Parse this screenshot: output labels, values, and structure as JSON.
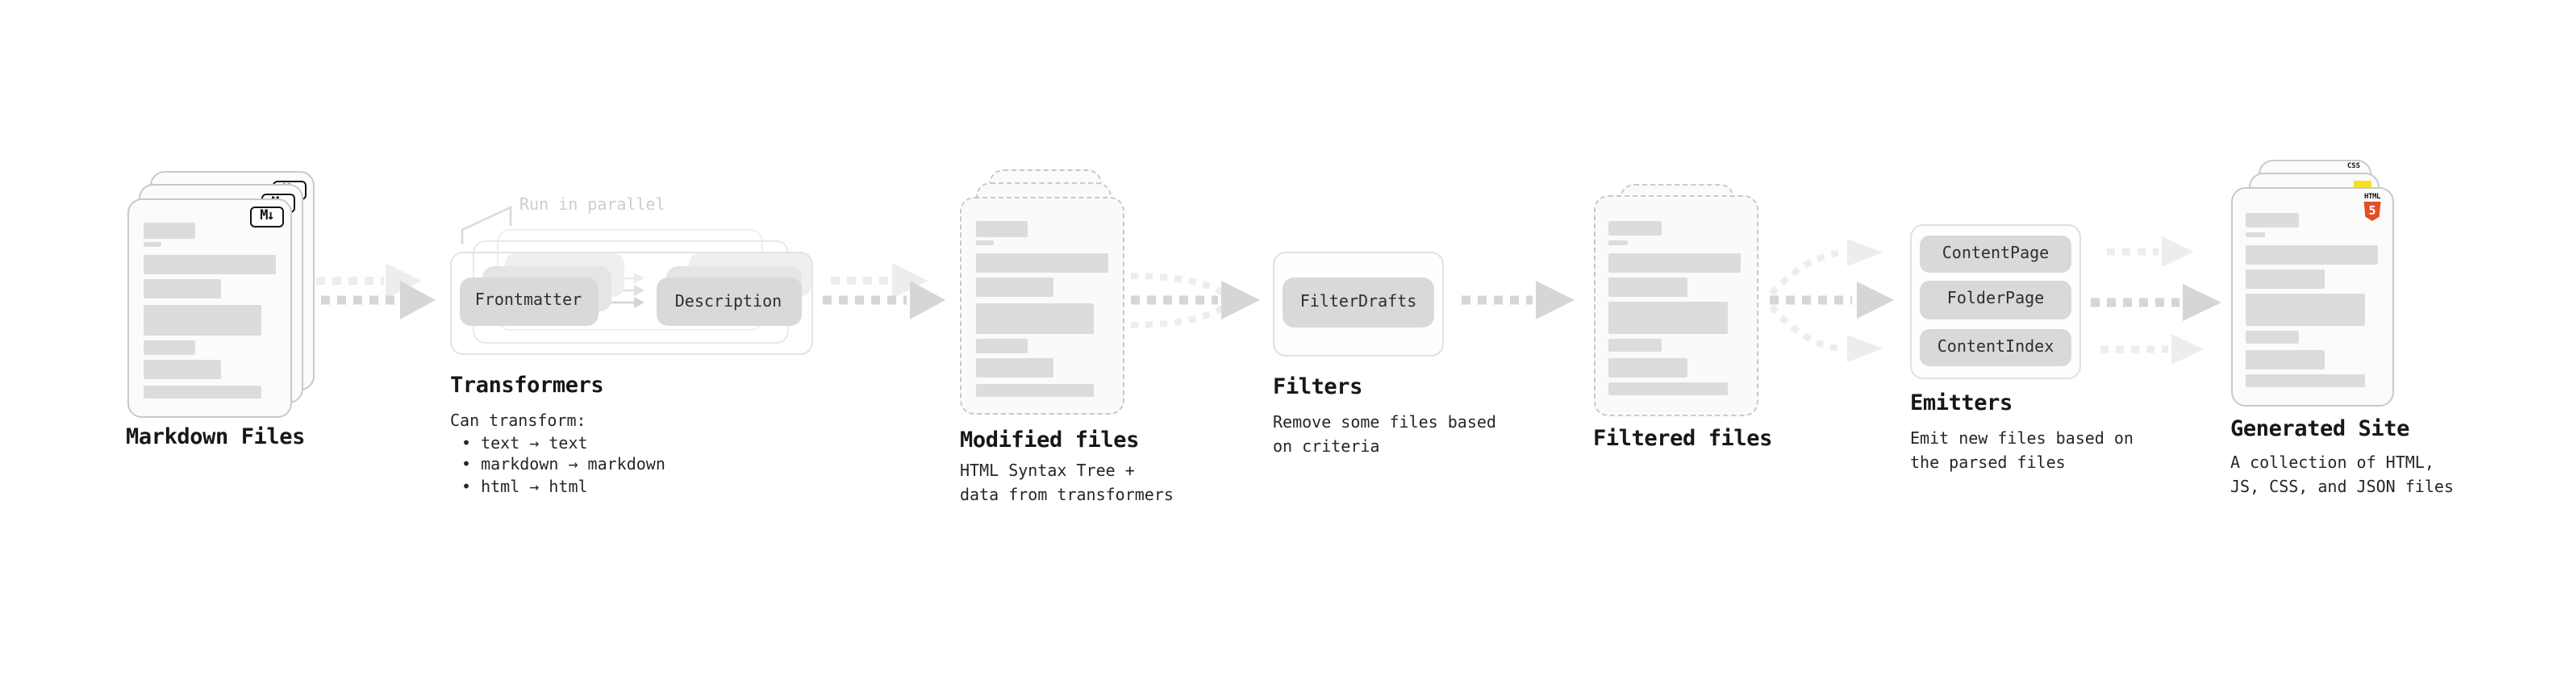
{
  "accent_colors": {
    "html5_orange": "#e44d26",
    "js_yellow": "#f7df1e",
    "css_blue": "#2965f1"
  },
  "stages": {
    "markdown_files": {
      "label": "Markdown Files",
      "file_badge": "M↓"
    },
    "transformers": {
      "label": "Transformers",
      "annotation": "Run in parallel",
      "node_a": "Frontmatter",
      "node_b": "Description",
      "caption_title": "Can transform:",
      "bullets": [
        "• text → text",
        "• markdown → markdown",
        "• html → html"
      ]
    },
    "modified_files": {
      "label": "Modified files",
      "caption_line1": "HTML Syntax Tree +",
      "caption_line2": "data from transformers"
    },
    "filters": {
      "label": "Filters",
      "node": "FilterDrafts",
      "caption_line1": "Remove some files based",
      "caption_line2": "on criteria"
    },
    "filtered_files": {
      "label": "Filtered files"
    },
    "emitters": {
      "label": "Emitters",
      "nodes": [
        "ContentPage",
        "FolderPage",
        "ContentIndex"
      ],
      "caption_line1": "Emit new files based on",
      "caption_line2": "the parsed files"
    },
    "generated_site": {
      "label": "Generated Site",
      "badge_css": "CSS",
      "badge_html": "HTML",
      "badge_html5_number": "5",
      "caption_line1": "A collection of HTML,",
      "caption_line2": "JS, CSS, and JSON files"
    }
  }
}
